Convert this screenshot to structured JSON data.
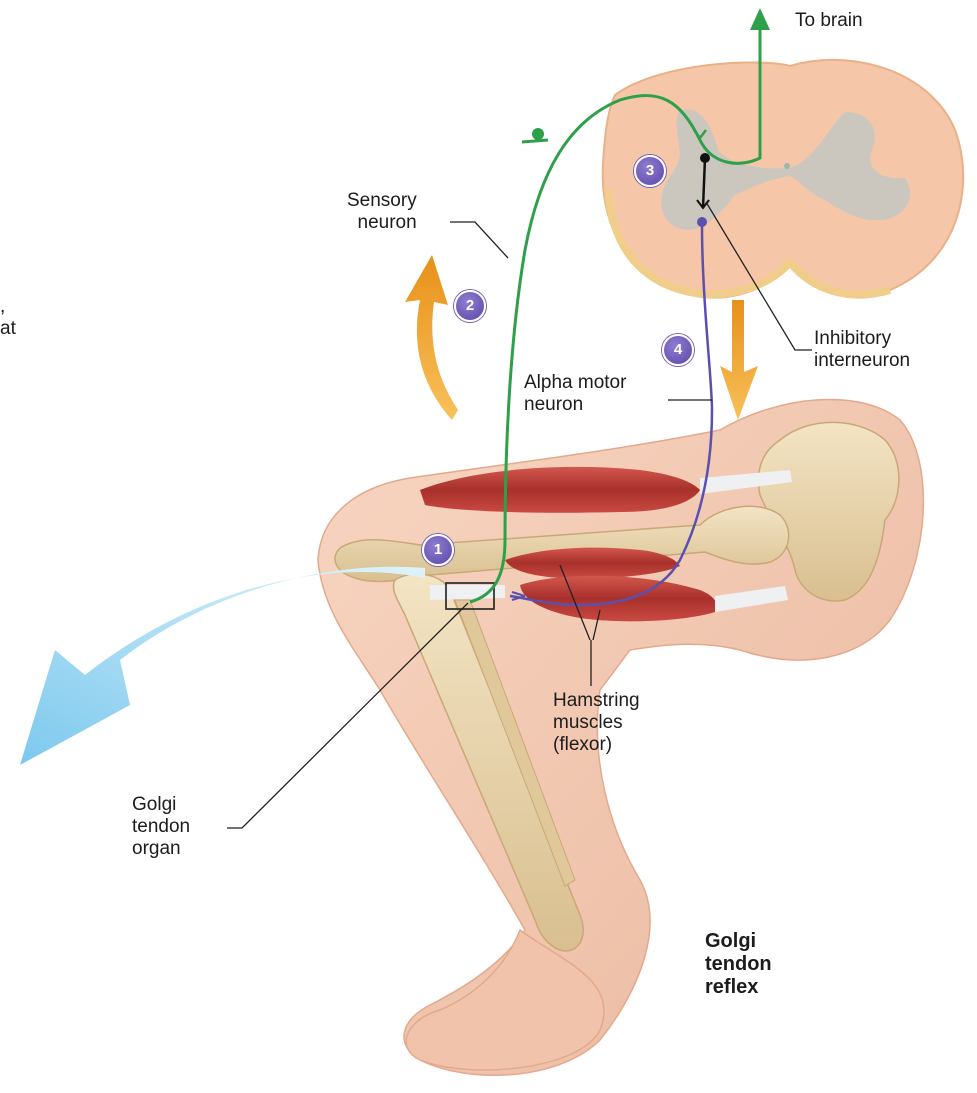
{
  "labels": {
    "to_brain": "To brain",
    "sensory_neuron": [
      "Sensory",
      "neuron"
    ],
    "alpha_motor_neuron": [
      "Alpha motor",
      "neuron"
    ],
    "inhibitory_interneuron": [
      "Inhibitory",
      "interneuron"
    ],
    "hamstring_muscles": [
      "Hamstring",
      "muscles",
      "(flexor)"
    ],
    "golgi_tendon_organ": [
      "Golgi",
      "tendon",
      "organ"
    ],
    "figure_title": [
      "Golgi",
      "tendon",
      "reflex"
    ],
    "cut_off_left_text": [
      ",",
      "at"
    ]
  },
  "steps": [
    "1",
    "2",
    "3",
    "4"
  ],
  "colors": {
    "sensory_neuron": "#2ea04a",
    "motor_neuron": "#5b4fb0",
    "interneuron": "#111111",
    "step_badge": "#5b46a8",
    "orange_arrow": "#f0a020",
    "blue_arrow": "#8fd3f2",
    "skin": "#f4c9b2",
    "bone": "#ead7b0",
    "muscle": "#b83a34",
    "spinal_white_matter": "#f6c9ac",
    "spinal_gray_matter": "#c9c6c0"
  }
}
